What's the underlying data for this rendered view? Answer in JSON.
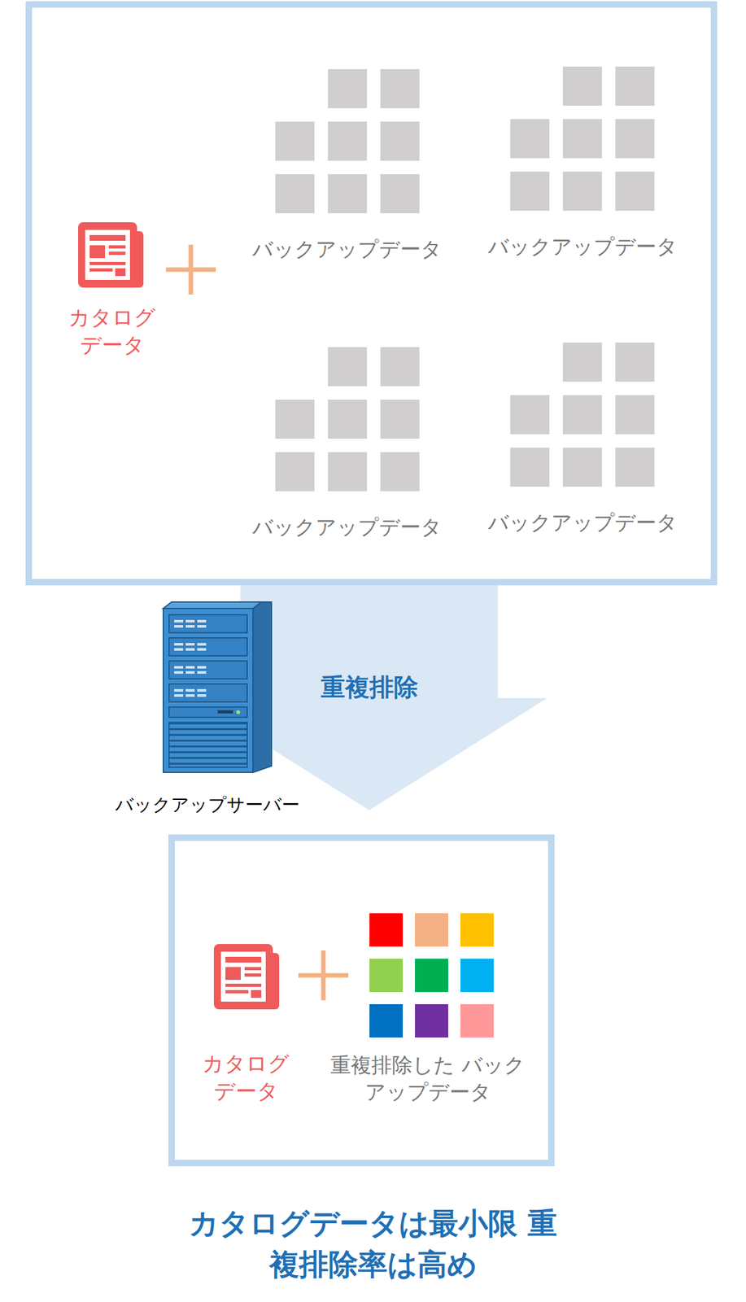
{
  "diagram": {
    "caption": "カタログデータは最小限 重複排除率は高め",
    "nodes": [
      {
        "text": [
          "カタログ データ"
        ]
      },
      {
        "text": [
          "バックアップデータ"
        ],
        "in": 0
      },
      {
        "text": [
          "バックアップデータ"
        ],
        "in": 0
      },
      {
        "text": [
          "バックアップデータ"
        ],
        "in": 0
      },
      {
        "text": [
          "バックアップデータ"
        ],
        "in": 0
      },
      {
        "text": [
          "カタログ データ"
        ]
      },
      {
        "text": [
          "重複排除した バックアップデータ"
        ],
        "in": 5
      }
    ],
    "edges": [
      {
        "from": 0,
        "to": 5,
        "label": "重複排除",
        "arrow": "to"
      }
    ],
    "labels": [
      "バックアップサーバー"
    ]
  }
}
